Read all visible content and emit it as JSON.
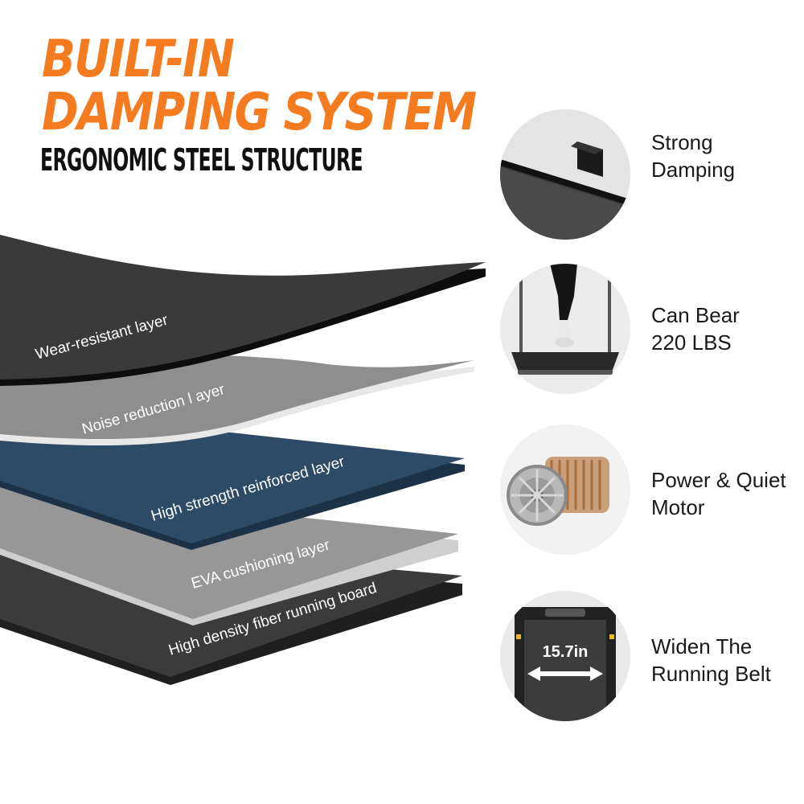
{
  "header": {
    "title_line1": "BUILT-IN",
    "title_line2": "DAMPING SYSTEM",
    "subtitle": "ERGONOMIC STEEL STRUCTURE",
    "accent_color": "#f47b20"
  },
  "layers": [
    {
      "label": "Wear-resistant layer",
      "color": "#3a3a3a"
    },
    {
      "label": "Noise reduction l ayer",
      "color": "#8e8e8e"
    },
    {
      "label": "High strength reinforced layer",
      "color": "#2d4a66"
    },
    {
      "label": "EVA cushioning layer",
      "color": "#979797"
    },
    {
      "label": "High density fiber running board",
      "color": "#3b3b3b"
    }
  ],
  "features": [
    {
      "line1": "Strong",
      "line2": "Damping",
      "icon": "damping-corner-icon"
    },
    {
      "line1": "Can Bear",
      "line2": "220 LBS",
      "icon": "runner-on-treadmill-icon"
    },
    {
      "line1": "Power & Quiet",
      "line2": "Motor",
      "icon": "motor-icon"
    },
    {
      "line1": "Widen The",
      "line2": "Running Belt",
      "icon": "belt-width-icon",
      "measurement": "15.7in"
    }
  ]
}
